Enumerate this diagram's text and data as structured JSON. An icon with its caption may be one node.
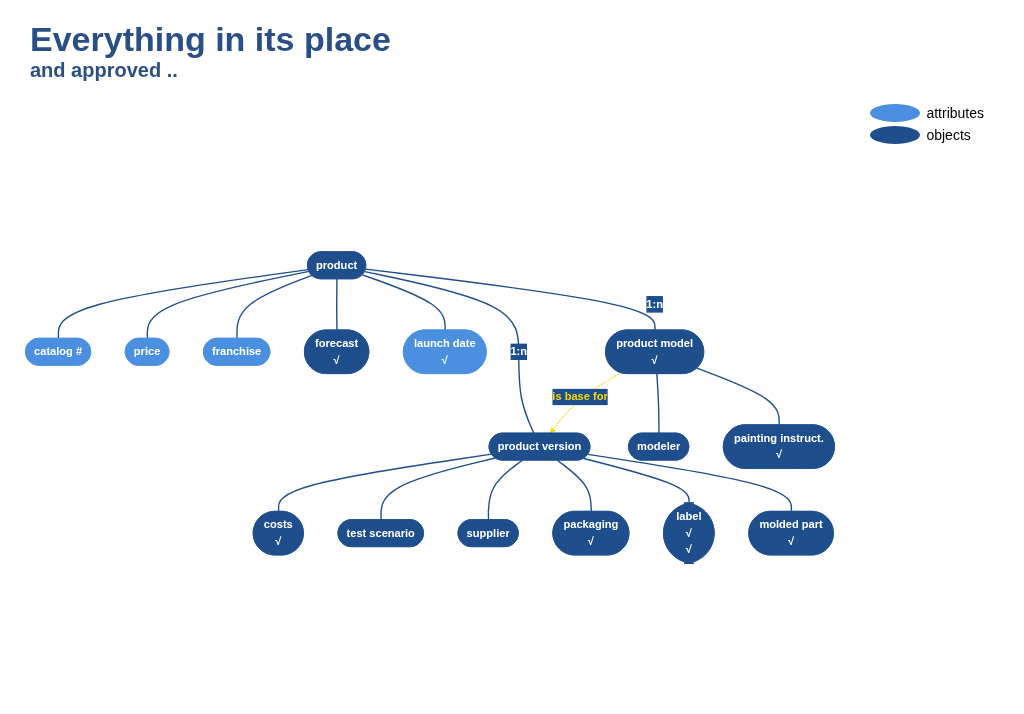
{
  "diagram": {
    "title": "Everything in its place",
    "nodes": [
      {
        "text": [
          "product"
        ]
      },
      {
        "text": [
          "catalog #"
        ]
      },
      {
        "text": [
          "price"
        ]
      },
      {
        "text": [
          "franchise"
        ]
      },
      {
        "text": [
          "forecast",
          "√"
        ]
      },
      {
        "text": [
          "launch date",
          "√"
        ]
      },
      {
        "text": [
          "product version"
        ]
      },
      {
        "text": [
          "product model",
          "√"
        ]
      },
      {
        "text": [
          "costs",
          "√"
        ]
      },
      {
        "text": [
          "test scenario"
        ]
      },
      {
        "text": [
          "supplier"
        ]
      },
      {
        "text": [
          "packaging",
          "√"
        ]
      },
      {
        "text": [
          "label",
          "√",
          "√"
        ]
      },
      {
        "text": [
          "molded part",
          "√"
        ]
      },
      {
        "text": [
          "modeler"
        ]
      },
      {
        "text": [
          "painting instruct.",
          "√"
        ]
      }
    ],
    "edges": [
      {
        "from": 0,
        "to": 1,
        "arrow": "none"
      },
      {
        "from": 0,
        "to": 2,
        "arrow": "none"
      },
      {
        "from": 0,
        "to": 3,
        "arrow": "none"
      },
      {
        "from": 0,
        "to": 4,
        "arrow": "none"
      },
      {
        "from": 0,
        "to": 5,
        "arrow": "none"
      },
      {
        "from": 0,
        "to": 6,
        "label": "1:n",
        "arrow": "none"
      },
      {
        "from": 0,
        "to": 7,
        "label": "1:n",
        "arrow": "none"
      },
      {
        "from": 7,
        "to": 6,
        "label": "is base for",
        "arrow": "to",
        "style": "dashed",
        "color": "#f5d90a"
      },
      {
        "from": 6,
        "to": 8,
        "arrow": "none"
      },
      {
        "from": 6,
        "to": 9,
        "arrow": "none"
      },
      {
        "from": 6,
        "to": 10,
        "arrow": "none"
      },
      {
        "from": 6,
        "to": 11,
        "arrow": "none"
      },
      {
        "from": 6,
        "to": 12,
        "arrow": "none"
      },
      {
        "from": 6,
        "to": 13,
        "arrow": "none"
      },
      {
        "from": 7,
        "to": 14,
        "arrow": "none"
      },
      {
        "from": 7,
        "to": 15,
        "arrow": "none"
      }
    ],
    "labels": [
      "and approved .."
    ],
    "legend": [
      {
        "text": "attributes",
        "color": "#4a8fe0"
      },
      {
        "text": "objects",
        "color": "#1f4e8c"
      }
    ]
  }
}
